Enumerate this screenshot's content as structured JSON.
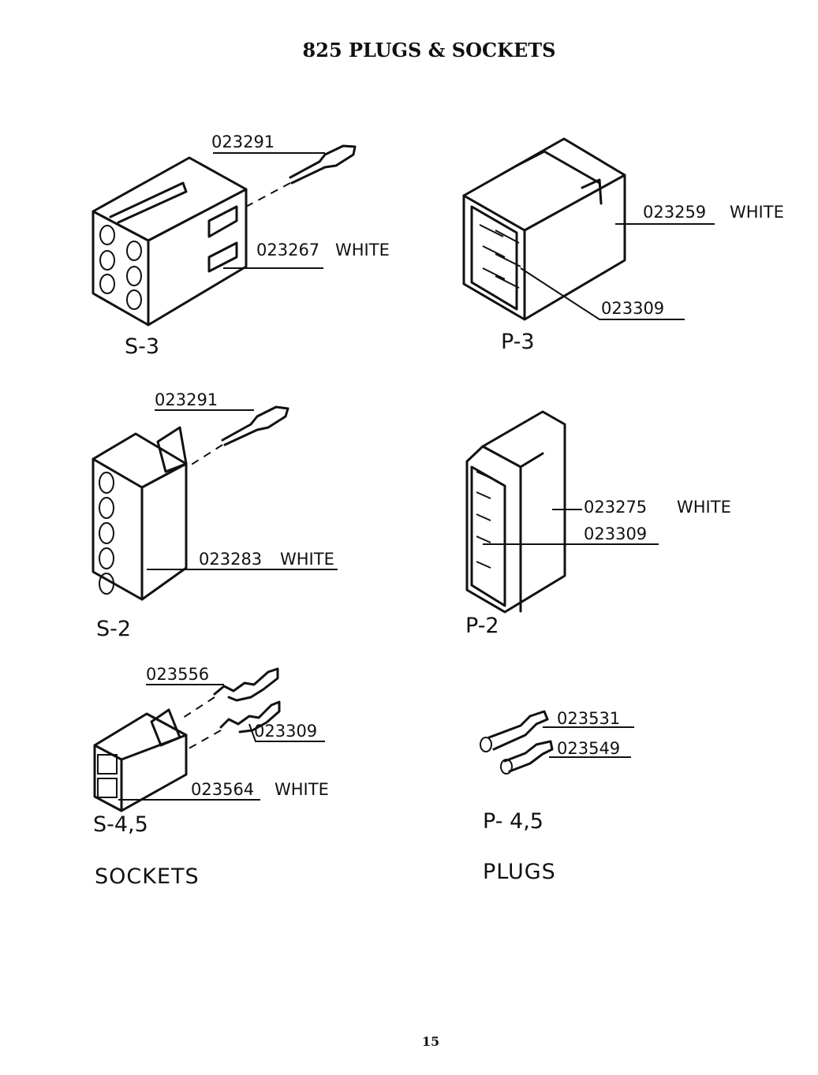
{
  "title": "825 PLUGS & SOCKETS",
  "page_number": "15",
  "parts": {
    "s3": {
      "caption": "S-3",
      "contact": "023291",
      "housing": "023267",
      "housing_color": "WHITE"
    },
    "p3": {
      "caption": "P-3",
      "housing": "023259",
      "housing_color": "WHITE",
      "pin": "023309"
    },
    "s2": {
      "caption": "S-2",
      "contact": "023291",
      "housing": "023283",
      "housing_color": "WHITE"
    },
    "p2": {
      "caption": "P-2",
      "housing": "023275",
      "housing_color": "WHITE",
      "pin": "023309"
    },
    "s45": {
      "caption": "S-4,5",
      "contact_a": "023556",
      "contact_b": "023309",
      "housing": "023564",
      "housing_color": "WHITE"
    },
    "p45": {
      "caption": "P- 4,5",
      "pin_a": "023531",
      "pin_b": "023549"
    }
  },
  "sections": {
    "sockets": "SOCKETS",
    "plugs": "PLUGS"
  }
}
